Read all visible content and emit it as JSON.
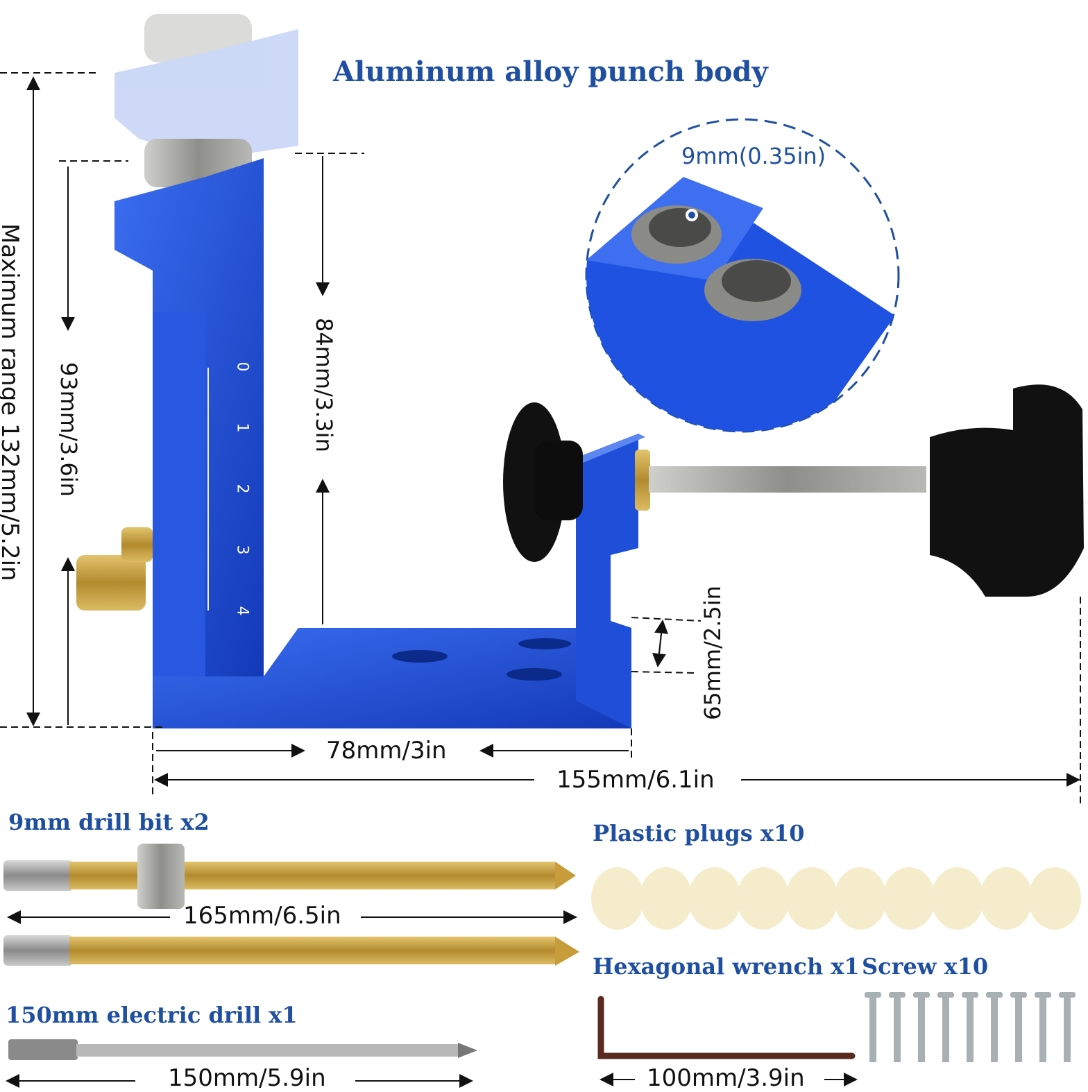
{
  "labels": {
    "body_title": "Aluminum alloy punch body",
    "hole_dim": "9mm(0.35in)",
    "max_range": "Maximum range 132mm/5.2in",
    "dim_93": "93mm/3.6in",
    "dim_84": "84mm/3.3in",
    "dim_65": "65mm/2.5in",
    "dim_78": "78mm/3in",
    "dim_155": "155mm/6.1in",
    "drill_bit_title": "9mm drill bit x2",
    "drill_bit_dim": "165mm/6.5in",
    "plugs_title": "Plastic plugs x10",
    "wrench_title": "Hexagonal wrench x1",
    "screw_title": "Screw x10",
    "electric_drill_title": "150mm electric drill x1",
    "electric_drill_dim": "150mm/5.9in",
    "wrench_dim": "100mm/3.9in",
    "scale_marks": [
      "0",
      "1",
      "2",
      "3",
      "4"
    ]
  },
  "colors": {
    "accent_blue": "#1f4fa0",
    "jig_blue": "#1e4fd8",
    "jig_blue_dark": "#123aa8",
    "steel": "#9a9a98",
    "gold": "#c9a24a",
    "knob_black": "#111111",
    "plug_cream": "#f6f0d8"
  },
  "icons": [
    "pocket-hole-jig",
    "clamp-knob",
    "drill-bit",
    "plastic-plug",
    "hex-wrench",
    "screw",
    "electric-drill-bit"
  ]
}
